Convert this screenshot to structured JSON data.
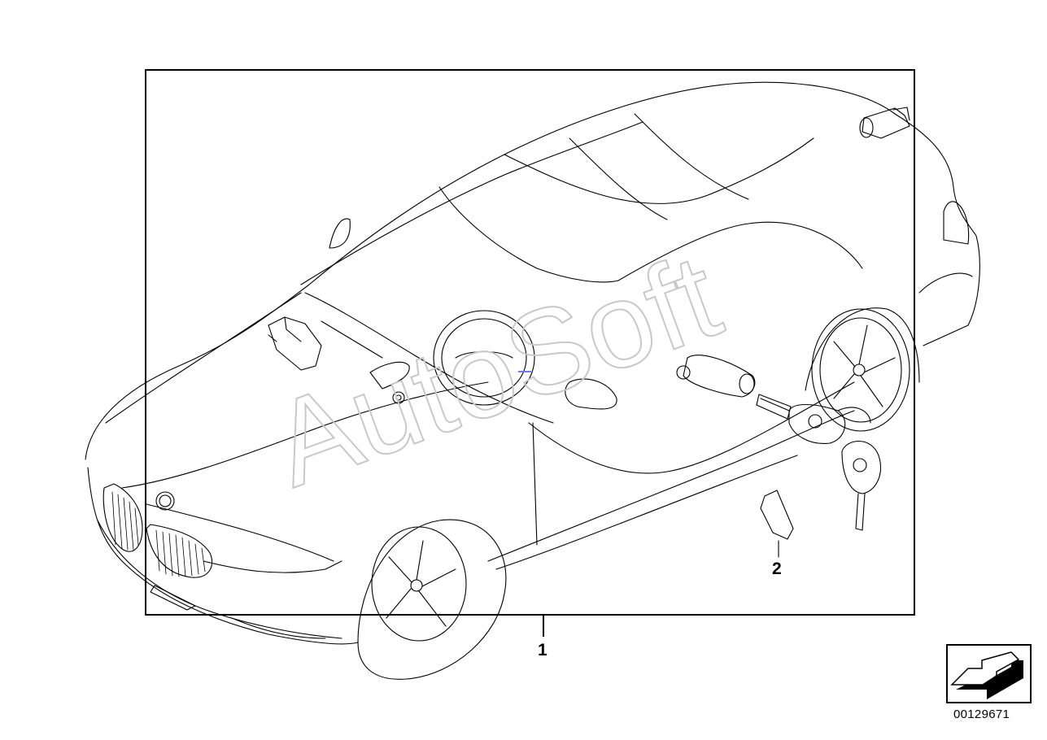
{
  "callouts": {
    "one": "1",
    "two": "2"
  },
  "part_number": "00129671",
  "watermark": "AutoSoft",
  "nav_icon": "arrow-left-down-icon",
  "colors": {
    "line": "#000000",
    "background": "#ffffff",
    "watermark": "#c8c8c8",
    "marker": "#6a7cf0"
  }
}
